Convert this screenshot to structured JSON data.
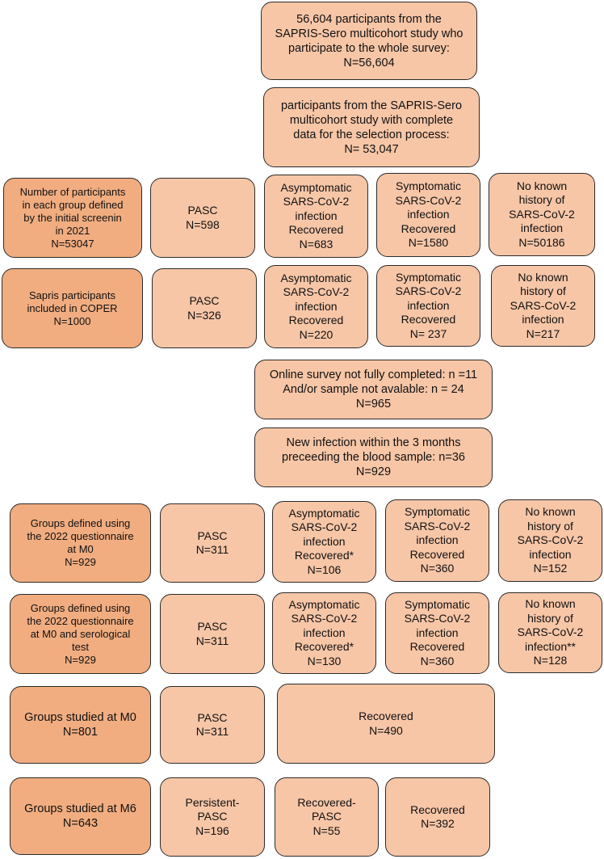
{
  "flow": {
    "total": "56,604 participants from the\nSAPRIS-Sero multicohort study who\nparticipate to the whole survey:\nN=56,604",
    "complete": "participants from the SAPRIS-Sero\nmulticohort study with complete\ndata for the selection process:\nN= 53,047",
    "exclusion1": "Online survey not fully completed: n =11\nAnd/or sample not avalable: n = 24\nN=965",
    "exclusion2": "New infection within the 3 months\npreceeding the blood sample: n=36\nN=929"
  },
  "rows": [
    {
      "label": "Number of participants\nin each group defined\nby the initial screenin\nin 2021\nN=53047",
      "cells": [
        "PASC\nN=598",
        "Asymptomatic\nSARS-CoV-2\ninfection\nRecovered\nN=683",
        "Symptomatic\nSARS-CoV-2\ninfection\nRecovered\nN=1580",
        "No known\nhistory of\nSARS-CoV-2\ninfection\nN=50186"
      ]
    },
    {
      "label": "Sapris participants\nincluded in COPER\nN=1000",
      "cells": [
        "PASC\nN=326",
        "Asymptomatic\nSARS-CoV-2\ninfection\nRecovered\nN=220",
        "Symptomatic\nSARS-CoV-2\ninfection\nRecovered\nN= 237",
        "No known\nhistory of\nSARS-CoV-2\ninfection\nN=217"
      ]
    },
    {
      "label": "Groups defined using\nthe 2022 questionnaire\nat M0\nN=929",
      "cells": [
        "PASC\nN=311",
        "Asymptomatic\nSARS-CoV-2\ninfection\nRecovered*\nN=106",
        "Symptomatic\nSARS-CoV-2\ninfection\nRecovered\nN=360",
        "No known\nhistory of\nSARS-CoV-2\ninfection\nN=152"
      ]
    },
    {
      "label": "Groups defined using\nthe 2022 questionnaire\nat M0 and serological\ntest\nN=929",
      "cells": [
        "PASC\nN=311",
        "Asymptomatic\nSARS-CoV-2\ninfection\nRecovered*\nN=130",
        "Symptomatic\nSARS-CoV-2\ninfection\nRecovered\nN=360",
        "No known\nhistory of\nSARS-CoV-2\ninfection**\nN=128"
      ]
    },
    {
      "label": "Groups studied at M0\nN=801",
      "cells": [
        "PASC\nN=311",
        "Recovered\nN=490"
      ]
    },
    {
      "label": "Groups studied at M6\nN=643",
      "cells": [
        "Persistent-\nPASC\nN=196",
        "Recovered-\nPASC\nN=55",
        "Recovered\nN=392"
      ]
    }
  ],
  "colors": {
    "box_fill": "#f7c6a7",
    "label_fill": "#f1ad80",
    "border": "#2b2b2b"
  }
}
